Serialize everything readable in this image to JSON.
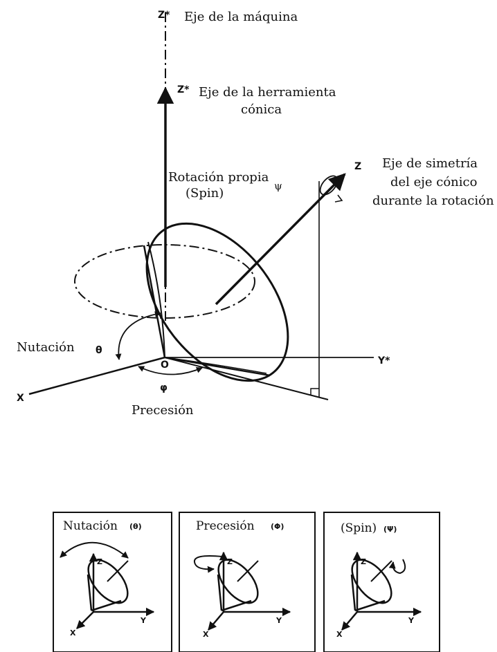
{
  "top": {
    "labels": {
      "z_machine_axis": "Z*",
      "machine_axis": "Eje de la máquina",
      "z_tool_axis": "Z*",
      "tool_axis_line1": "Eje de la herramienta",
      "tool_axis_line2": "cónica",
      "spin_line1": "Rotación propia",
      "spin_line2": "(Spin)",
      "psi": "ψ",
      "z_axis": "Z",
      "symmetry_line1": "Eje de simetría",
      "symmetry_line2": "del eje cónico",
      "symmetry_line3": "durante la rotación",
      "nutation": "Nutación",
      "theta": "θ",
      "origin": "O",
      "y_axis": "Y*",
      "x_axis": "X",
      "phi": "φ",
      "precession": "Precesión"
    }
  },
  "panels": [
    {
      "title": "Nutación",
      "symbol": "(θ)",
      "z": "Z",
      "y": "Y",
      "x": "X"
    },
    {
      "title": "Precesión",
      "symbol": "(Φ)",
      "z": "Z",
      "y": "Y",
      "x": "X"
    },
    {
      "title": "(Spin)",
      "symbol": "(Ψ)",
      "z": "Z",
      "y": "Y",
      "x": "X"
    }
  ],
  "colors": {
    "ink": "#111111",
    "background": "#ffffff"
  }
}
